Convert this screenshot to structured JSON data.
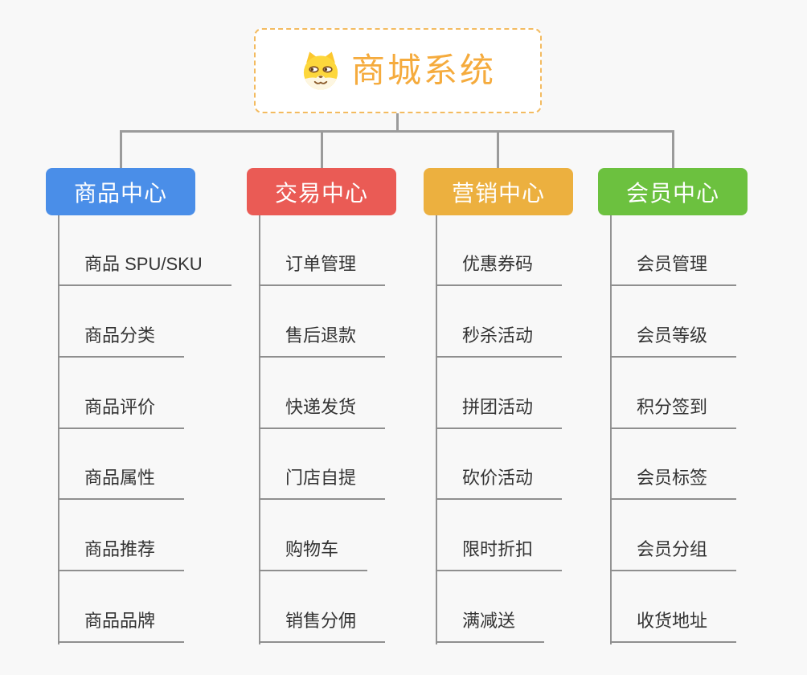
{
  "page": {
    "background": "#f8f8f8",
    "connector_color": "#9b9b9b",
    "underline_color": "#8f8f8f"
  },
  "root": {
    "title": "商城系统",
    "icon": "dog-face-icon",
    "text_color": "#f5ab3d",
    "border_color": "#f3bb60",
    "background": "#ffffff"
  },
  "branches": [
    {
      "title": "商品中心",
      "color": "#4a8ee8",
      "items": [
        "商品 SPU/SKU",
        "商品分类",
        "商品评价",
        "商品属性",
        "商品推荐",
        "商品品牌"
      ]
    },
    {
      "title": "交易中心",
      "color": "#ea5b55",
      "items": [
        "订单管理",
        "售后退款",
        "快递发货",
        "门店自提",
        "购物车",
        "销售分佣"
      ]
    },
    {
      "title": "营销中心",
      "color": "#ecb03f",
      "items": [
        "优惠券码",
        "秒杀活动",
        "拼团活动",
        "砍价活动",
        "限时折扣",
        "满减送"
      ]
    },
    {
      "title": "会员中心",
      "color": "#6cc13f",
      "items": [
        "会员管理",
        "会员等级",
        "积分签到",
        "会员标签",
        "会员分组",
        "收货地址"
      ]
    }
  ]
}
